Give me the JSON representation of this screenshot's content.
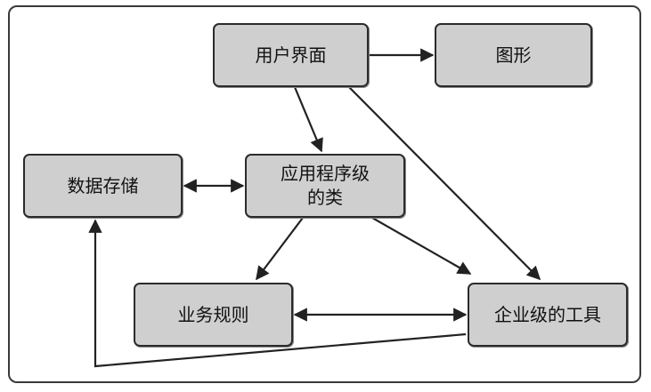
{
  "diagram": {
    "nodes": {
      "ui": "用户界面",
      "graphics": "图形",
      "data_store": "数据存储",
      "app_classes_line1": "应用程序级",
      "app_classes_line2": "的类",
      "business_rules": "业务规则",
      "enterprise_tools": "企业级的工具"
    },
    "edges": [
      {
        "from": "ui",
        "to": "graphics",
        "direction": "forward"
      },
      {
        "from": "ui",
        "to": "app_classes",
        "direction": "forward"
      },
      {
        "from": "ui",
        "to": "enterprise_tools",
        "direction": "forward"
      },
      {
        "from": "data_store",
        "to": "app_classes",
        "direction": "both"
      },
      {
        "from": "app_classes",
        "to": "business_rules",
        "direction": "forward"
      },
      {
        "from": "app_classes",
        "to": "enterprise_tools",
        "direction": "forward"
      },
      {
        "from": "business_rules",
        "to": "enterprise_tools",
        "direction": "both"
      },
      {
        "from": "enterprise_tools",
        "to": "data_store",
        "direction": "forward"
      }
    ],
    "colors": {
      "node_fill": "#cfcfcf",
      "border": "#2b2b2b",
      "arrow": "#222222"
    }
  }
}
